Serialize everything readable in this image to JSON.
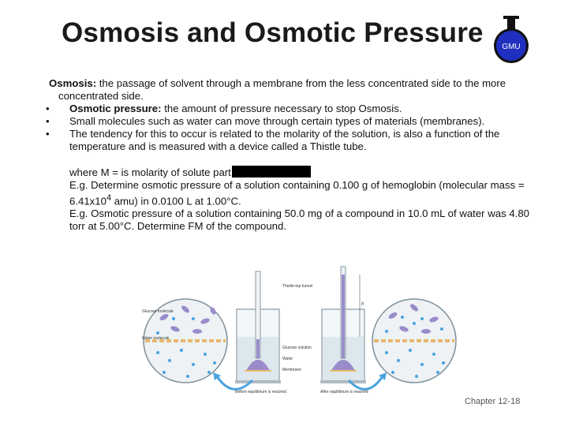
{
  "slide": {
    "title": "Osmosis and Osmotic Pressure",
    "logo_text": "GMU",
    "definition": {
      "term": "Osmosis:",
      "text": " the passage of solvent through a membrane from the less concentrated side to the more concentrated side."
    },
    "bullets": [
      {
        "marker": "•",
        "bold": "Osmotic pressure:",
        "text": " the amount of pressure necessary to stop Osmosis."
      },
      {
        "marker": "•",
        "bold": "",
        "text": "Small molecules such as water can move through certain types of materials (membranes)."
      },
      {
        "marker": "•",
        "bold": "",
        "text": "The tendency for this to occur is related to the molarity of the solution, is also a function of the temperature and is measured with a device called a Thistle tube."
      }
    ],
    "where_line": "where M =  is molarity of solute part",
    "example1_a": "E.g. Determine osmotic pressure of a solution containing 0.100 g of hemoglobin (molecular mass = 6.41x10",
    "example1_sup": "4",
    "example1_b": " amu) in 0.0100 L at 1.00°C.",
    "example2": "E.g. Osmotic pressure of a solution containing 50.0 mg of a compound in 10.0 mL of water was 4.80 torr at 5.00°C.  Determine FM of the compound.",
    "figure_labels": {
      "thistle": "Thistle-top funnel",
      "glucose_molecule": "Glucose molecule",
      "water_molecule": "Water molecule",
      "glucose_solution": "Glucose solution",
      "water": "Water",
      "membrane": "Membrane",
      "h": "h",
      "before": "Before equilibrium is reached",
      "after": "After equilibrium is reached"
    },
    "footer": "Chapter 12-18"
  },
  "colors": {
    "logo_blue": "#1f2fbf",
    "membrane": "#e8b96a",
    "solution": "#9a8ccb",
    "glass": "#c9d2d8",
    "arrow": "#4aa3df"
  }
}
